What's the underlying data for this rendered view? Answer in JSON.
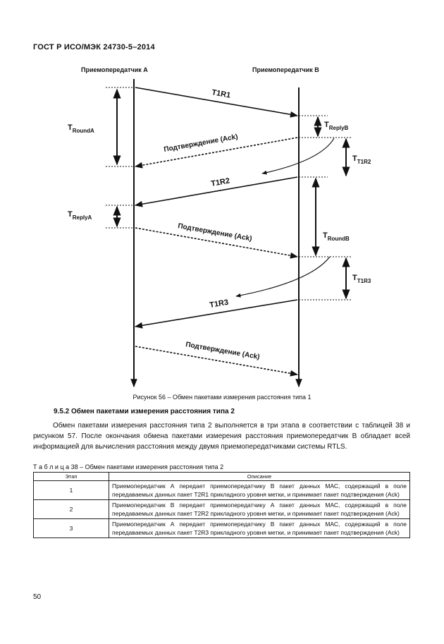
{
  "header": {
    "doc_id": "ГОСТ Р ИСО/МЭК 24730-5–2014"
  },
  "diagram": {
    "lifeline_a": "Приемопередатчик А",
    "lifeline_b": "Приемопередатчик В",
    "msg_t1r1": "T1R1",
    "msg_t1r2": "T1R2",
    "msg_t1r3": "T1R3",
    "ack_1": "Подтверждение (Ack)",
    "ack_2": "Подтверждение (Ack)",
    "ack_3": "Подтверждение (Ack)",
    "t_round_a": {
      "main": "T",
      "sub": "RoundA"
    },
    "t_reply_b": {
      "main": "T",
      "sub": "ReplyB"
    },
    "t_t1r2": {
      "main": "T",
      "sub": "T1R2"
    },
    "t_reply_a": {
      "main": "T",
      "sub": "ReplyA"
    },
    "t_round_b": {
      "main": "T",
      "sub": "RoundB"
    },
    "t_t1r3": {
      "main": "T",
      "sub": "T1R3"
    }
  },
  "caption": "Рисунок 56 – Обмен пакетами измерения расстояния типа 1",
  "section": {
    "title": "9.5.2 Обмен пакетами измерения расстояния типа 2",
    "paragraph": "Обмен пакетами измерения расстояния типа 2 выполняется в три этапа в соответствии с таблицей 38 и рисунком 57. После окончания обмена пакетами измерения расстояния приемопередатчик В обладает всей информацией для вычисления расстояния между двумя приемопередатчиками системы RTLS."
  },
  "table": {
    "caption": "Т а б л и ц а  38 – Обмен пакетами измерения расстояния типа 2",
    "headers": [
      "Этап",
      "Описание"
    ],
    "rows": [
      {
        "stage": "1",
        "desc": "Приемопередатчик А передает приемопередатчику В пакет данных МАС, содержащий в поле передаваемых данных пакет T2R1 прикладного уровня метки, и принимает пакет подтверждения (Ack)"
      },
      {
        "stage": "2",
        "desc": "Приемопередатчик В передает приемопередатчику А пакет данных МАС, содержащий в поле передаваемых данных пакет T2R2 прикладного уровня метки, и принимает пакет подтверждения (Ack)"
      },
      {
        "stage": "3",
        "desc": "Приемопередатчик А передает приемопередатчику В пакет данных МАС, содержащий в поле передаваемых данных пакет T2R3 прикладного уровня метки, и принимает пакет подтверждения (Ack)"
      }
    ]
  },
  "page_number": "50"
}
